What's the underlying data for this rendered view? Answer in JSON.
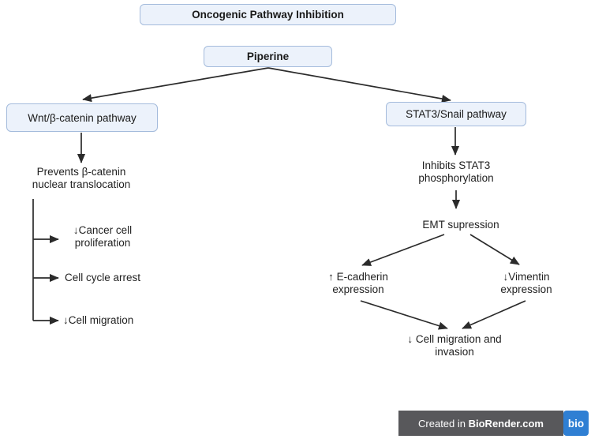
{
  "colors": {
    "box_fill": "#ecf2fb",
    "box_border": "#a4bbdc",
    "arrow": "#2b2b2b",
    "badge_gray": "#58585b",
    "badge_blue": "#2f7fd3"
  },
  "diagram": {
    "title": "Oncogenic Pathway Inhibition",
    "compound": "Piperine",
    "wnt": {
      "pathway": "Wnt/β-catenin pathway",
      "mechanism": "Prevents β-catenin\nnuclear translocation",
      "outcomes": [
        "↓Cancer cell\nproliferation",
        "Cell cycle arrest",
        "↓Cell migration"
      ]
    },
    "stat3": {
      "pathway": "STAT3/Snail pathway",
      "mechanism": "Inhibits STAT3\nphosphorylation",
      "emt": "EMT supression",
      "ecadherin": "↑ E-cadherin\nexpression",
      "vimentin": "↓Vimentin\nexpression",
      "outcome": "↓ Cell migration and\ninvasion"
    }
  },
  "badge": {
    "created_in": "Created in ",
    "brand": "BioRender.com",
    "logo": "bio"
  }
}
